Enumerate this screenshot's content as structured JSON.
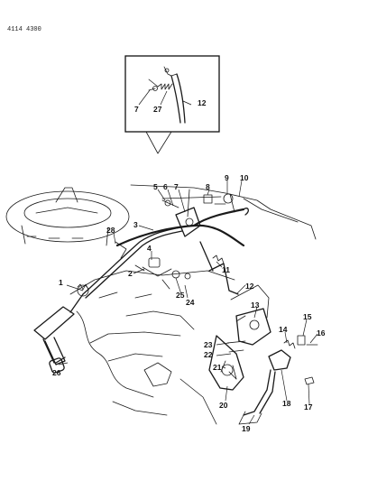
{
  "header": {
    "code": "4114 4300"
  },
  "callouts": [
    "1",
    "2",
    "3",
    "4",
    "5",
    "6",
    "7",
    "8",
    "9",
    "10",
    "11",
    "12",
    "13",
    "14",
    "15",
    "16",
    "17",
    "18",
    "19",
    "20",
    "21",
    "22",
    "23",
    "24",
    "25",
    "26",
    "27",
    "28"
  ],
  "inset_callouts": [
    "7",
    "27",
    "12"
  ]
}
